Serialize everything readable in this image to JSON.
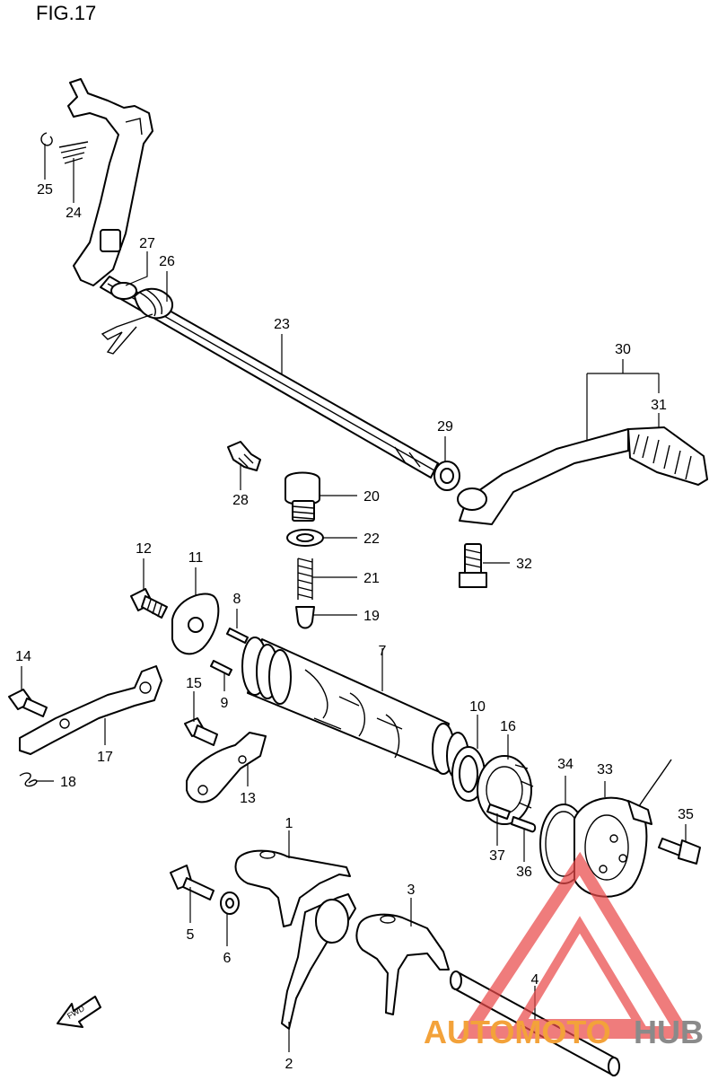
{
  "figure": {
    "title": "FIG.17"
  },
  "labels": {
    "l1": "1",
    "l2": "2",
    "l3": "3",
    "l4": "4",
    "l5": "5",
    "l6": "6",
    "l7": "7",
    "l8": "8",
    "l9": "9",
    "l10": "10",
    "l11": "11",
    "l12": "12",
    "l13": "13",
    "l14": "14",
    "l15": "15",
    "l16": "16",
    "l17": "17",
    "l18": "18",
    "l19": "19",
    "l20": "20",
    "l21": "21",
    "l22": "22",
    "l23": "23",
    "l24": "24",
    "l25": "25",
    "l26": "26",
    "l27": "27",
    "l28": "28",
    "l29": "29",
    "l30": "30",
    "l31": "31",
    "l32": "32",
    "l33": "33",
    "l34": "34",
    "l35": "35",
    "l36": "36",
    "l37": "37"
  },
  "fwd_marker": {
    "text": "FWD"
  },
  "watermark": {
    "text_auto": "AUTOMOTO",
    "text_hub": "HUB",
    "color_accent": "#f3a23a",
    "color_dark": "#8a8a8a",
    "color_triangle": "#e94a4a"
  }
}
